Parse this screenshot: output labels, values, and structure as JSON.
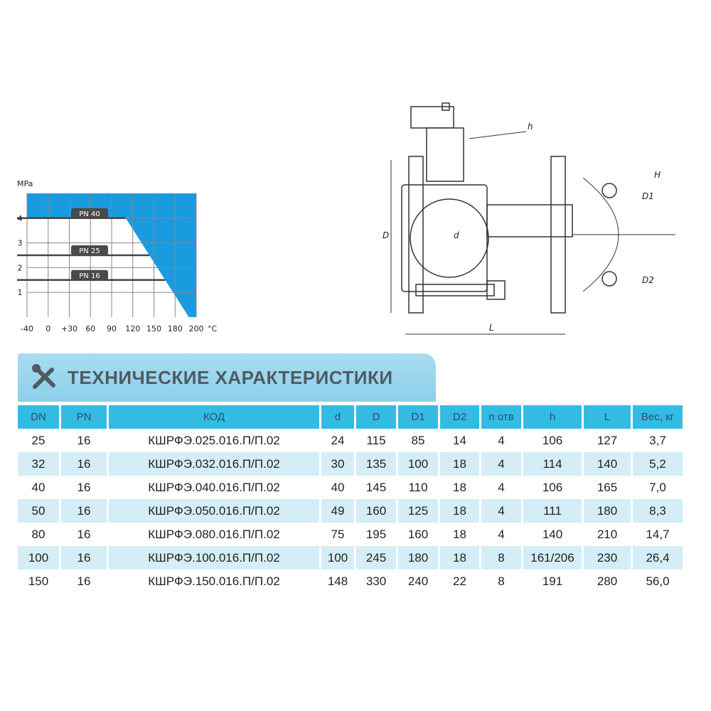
{
  "chart_data": {
    "type": "area",
    "title": "",
    "ylabel": "MPa",
    "xlabel": "°C",
    "x_ticks": [
      "-40",
      "0",
      "+30",
      "60",
      "90",
      "120",
      "150",
      "180",
      "200"
    ],
    "y_ticks": [
      "1",
      "2",
      "3",
      "4"
    ],
    "ylim": [
      0,
      5
    ],
    "series": [
      {
        "name": "PN 40",
        "value": 4.0
      },
      {
        "name": "PN 25",
        "value": 2.5
      },
      {
        "name": "PN 16",
        "value": 1.5
      }
    ],
    "limit_line": {
      "from": {
        "x": 110,
        "y": 4
      },
      "to": {
        "x": 193,
        "y": 0
      }
    },
    "colors": {
      "fill": "#1a9be0",
      "grid": "#888888",
      "line": "#444444"
    }
  },
  "drawing": {
    "labels": [
      "h",
      "H",
      "D1",
      "D2",
      "D",
      "d",
      "L"
    ]
  },
  "title": "ТЕХНИЧЕСКИЕ ХАРАКТЕРИСТИКИ",
  "table": {
    "headers": [
      "DN",
      "PN",
      "КОД",
      "d",
      "D",
      "D1",
      "D2",
      "n отв",
      "h",
      "L",
      "Вес, кг"
    ],
    "rows": [
      [
        "25",
        "16",
        "КШРФЭ.025.016.П/П.02",
        "24",
        "115",
        "85",
        "14",
        "4",
        "106",
        "127",
        "3,7"
      ],
      [
        "32",
        "16",
        "КШРФЭ.032.016.П/П.02",
        "30",
        "135",
        "100",
        "18",
        "4",
        "114",
        "140",
        "5,2"
      ],
      [
        "40",
        "16",
        "КШРФЭ.040.016.П/П.02",
        "40",
        "145",
        "110",
        "18",
        "4",
        "106",
        "165",
        "7,0"
      ],
      [
        "50",
        "16",
        "КШРФЭ.050.016.П/П.02",
        "49",
        "160",
        "125",
        "18",
        "4",
        "111",
        "180",
        "8,3"
      ],
      [
        "80",
        "16",
        "КШРФЭ.080.016.П/П.02",
        "75",
        "195",
        "160",
        "18",
        "4",
        "140",
        "210",
        "14,7"
      ],
      [
        "100",
        "16",
        "КШРФЭ.100.016.П/П.02",
        "100",
        "245",
        "180",
        "18",
        "8",
        "161/206",
        "230",
        "26,4"
      ],
      [
        "150",
        "16",
        "КШРФЭ.150.016.П/П.02",
        "148",
        "330",
        "240",
        "22",
        "8",
        "191",
        "280",
        "56,0"
      ]
    ]
  }
}
